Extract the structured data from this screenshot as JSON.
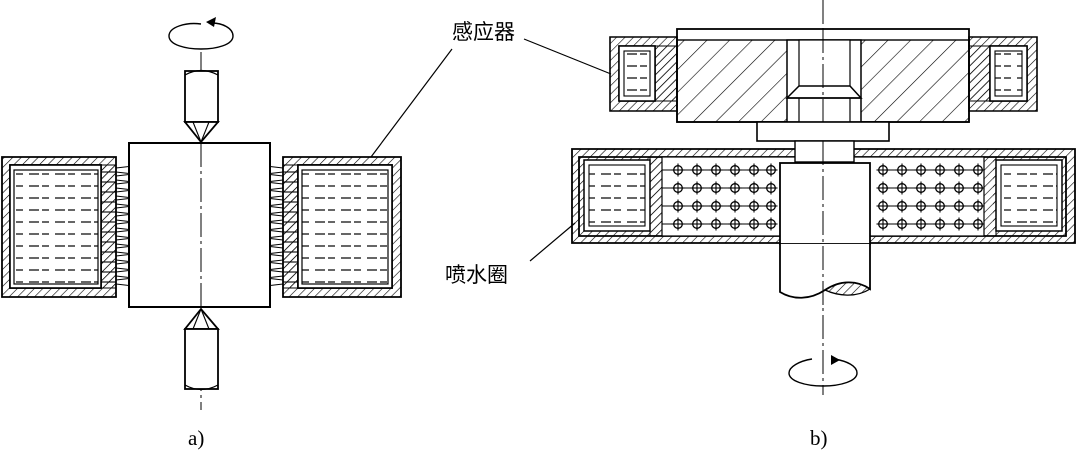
{
  "labels": {
    "inductor": "感应器",
    "spray_ring": "喷水圈"
  },
  "captions": {
    "a": "a)",
    "b": "b)"
  }
}
